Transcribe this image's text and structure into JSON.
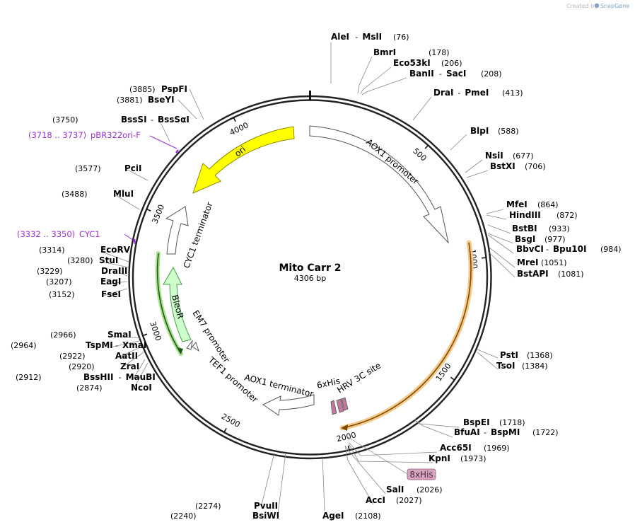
{
  "watermark": {
    "prefix": "Created by",
    "brand": "SnapGene"
  },
  "plasmid": {
    "name": "Mito Carr 2",
    "length_label": "4306 bp",
    "length": 4306
  },
  "ticks": [
    "500",
    "1000",
    "1500",
    "2000",
    "2500",
    "3000",
    "3500",
    "4000"
  ],
  "sites_right": [
    {
      "name": "AleI",
      "sep": "-",
      "name2": "MslI",
      "pos": "(76)"
    },
    {
      "name": "BmrI",
      "pos": "(178)"
    },
    {
      "name": "Eco53kI",
      "pos": "(206)"
    },
    {
      "name": "BanII",
      "sep": "-",
      "name2": "SacI",
      "pos": "(208)"
    },
    {
      "name": "DraI",
      "sep": "-",
      "name2": "PmeI",
      "pos": "(413)"
    },
    {
      "name": "BlpI",
      "pos": "(588)"
    },
    {
      "name": "NsiI",
      "pos": "(677)"
    },
    {
      "name": "BstXI",
      "pos": "(706)"
    },
    {
      "name": "MfeI",
      "pos": "(864)"
    },
    {
      "name": "HindIII",
      "pos": "(872)"
    },
    {
      "name": "BstBI",
      "pos": "(933)"
    },
    {
      "name": "BsgI",
      "pos": "(977)"
    },
    {
      "name": "BbvCI",
      "sep": "-",
      "name2": "Bpu10I",
      "pos": "(984)"
    },
    {
      "name": "MreI",
      "pos": "(1051)"
    },
    {
      "name": "BstAPI",
      "pos": "(1081)"
    },
    {
      "name": "PstI",
      "pos": "(1368)"
    },
    {
      "name": "TsoI",
      "pos": "(1384)"
    },
    {
      "name": "BspEI",
      "pos": "(1718)"
    },
    {
      "name": "BfuAI",
      "sep": "-",
      "name2": "BspMI",
      "pos": "(1722)"
    },
    {
      "name": "Acc65I",
      "pos": "(1969)"
    },
    {
      "name": "KpnI",
      "pos": "(1973)"
    },
    {
      "name": "SalI",
      "pos": "(2026)"
    },
    {
      "name": "AccI",
      "pos": "(2027)"
    },
    {
      "name": "AgeI",
      "pos": "(2108)"
    }
  ],
  "sites_left": [
    {
      "name": "PvuII",
      "pos": "(2274)"
    },
    {
      "name": "BsiWI",
      "pos": "(2240)"
    },
    {
      "name": "NcoI",
      "pos": "(2874)"
    },
    {
      "name": "BssHII",
      "sep": "-",
      "name2": "MauBI",
      "pos": "(2912)"
    },
    {
      "name": "ZraI",
      "pos": "(2920)"
    },
    {
      "name": "AatII",
      "pos": "(2922)"
    },
    {
      "name": "TspMI",
      "sep": "-",
      "name2": "XmaI",
      "pos": "(2964)"
    },
    {
      "name": "SmaI",
      "pos": "(2966)"
    },
    {
      "name": "FseI",
      "pos": "(3152)"
    },
    {
      "name": "EagI",
      "pos": "(3207)"
    },
    {
      "name": "DraIII",
      "pos": "(3229)"
    },
    {
      "name": "StuI",
      "pos": "(3280)"
    },
    {
      "name": "EcoRV",
      "pos": "(3314)"
    },
    {
      "name": "MluI",
      "pos": "(3488)"
    },
    {
      "name": "PciI",
      "pos": "(3577)"
    },
    {
      "name": "BssSI",
      "sep": "-",
      "name2": "BssSαI",
      "pos": "(3750)"
    },
    {
      "name": "BseYI",
      "pos": "(3881)"
    },
    {
      "name": "PspFI",
      "pos": "(3885)"
    }
  ],
  "primers": [
    {
      "range": "(3718 .. 3737)",
      "name": "pBR322ori-F"
    },
    {
      "range": "(3332 .. 3350)",
      "name": "CYC1"
    }
  ],
  "features": {
    "aox1_promoter": "AOX1 promoter",
    "ori": "ori",
    "cyc1_terminator": "CYC1 terminator",
    "bleor": "BleoR",
    "em7_promoter": "EM7 promoter",
    "tef1_promoter": "TEF1 promoter",
    "aox1_terminator": "AOX1 terminator",
    "his6": "6xHis",
    "hrv3c": "HRV 3C site",
    "his8": "8xHis"
  },
  "colors": {
    "ori": "#ffff00",
    "bleor": "#ccffcc",
    "cds": "#f5a623",
    "tag": "#d9a5c2",
    "primer": "#9b2fd1"
  }
}
